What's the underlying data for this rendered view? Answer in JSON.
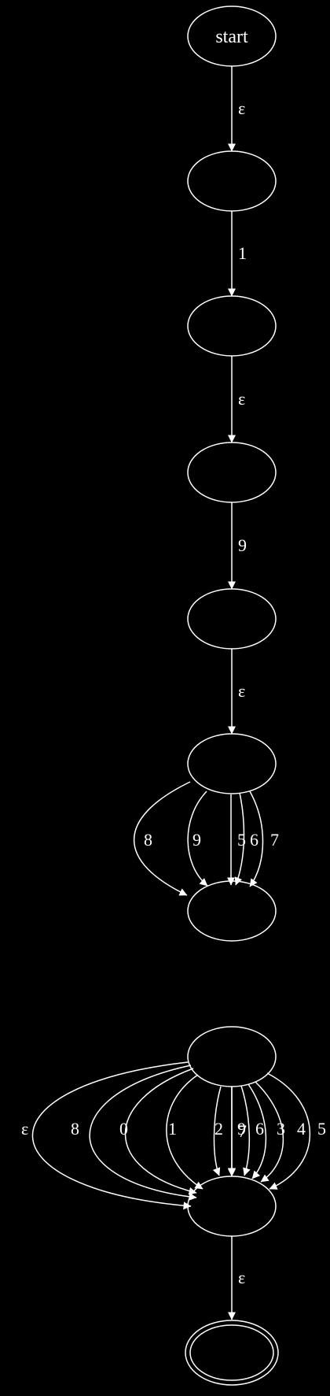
{
  "colors": {
    "background": "#000000",
    "stroke": "#ffffff",
    "text": "#ffffff"
  },
  "nodes": [
    {
      "id": "n0",
      "label": "start"
    },
    {
      "id": "n1",
      "label": ""
    },
    {
      "id": "n2",
      "label": ""
    },
    {
      "id": "n3",
      "label": ""
    },
    {
      "id": "n4",
      "label": ""
    },
    {
      "id": "n5",
      "label": ""
    },
    {
      "id": "n6",
      "label": ""
    },
    {
      "id": "n7",
      "label": ""
    },
    {
      "id": "n8",
      "label": ""
    },
    {
      "id": "n9",
      "label": "",
      "accepting": true
    }
  ],
  "edges": [
    {
      "from": "n0",
      "to": "n1",
      "label": "ε"
    },
    {
      "from": "n1",
      "to": "n2",
      "label": "1"
    },
    {
      "from": "n2",
      "to": "n3",
      "label": "ε"
    },
    {
      "from": "n3",
      "to": "n4",
      "label": "9"
    },
    {
      "from": "n4",
      "to": "n5",
      "label": "ε"
    },
    {
      "from": "n5",
      "to": "n6",
      "label": "8"
    },
    {
      "from": "n5",
      "to": "n6",
      "label": "9"
    },
    {
      "from": "n5",
      "to": "n6",
      "label": "5"
    },
    {
      "from": "n5",
      "to": "n6",
      "label": "6"
    },
    {
      "from": "n5",
      "to": "n6",
      "label": "7"
    },
    {
      "from": "n6",
      "to": "n7",
      "label": "ε"
    },
    {
      "from": "n7",
      "to": "n8",
      "label": "8"
    },
    {
      "from": "n7",
      "to": "n8",
      "label": "0"
    },
    {
      "from": "n7",
      "to": "n8",
      "label": "1"
    },
    {
      "from": "n7",
      "to": "n8",
      "label": "2"
    },
    {
      "from": "n7",
      "to": "n8",
      "label": "9"
    },
    {
      "from": "n7",
      "to": "n8",
      "label": "6"
    },
    {
      "from": "n7",
      "to": "n8",
      "label": "3"
    },
    {
      "from": "n7",
      "to": "n8",
      "label": "4"
    },
    {
      "from": "n7",
      "to": "n8",
      "label": "5"
    },
    {
      "from": "n7",
      "to": "n8",
      "label": "7"
    },
    {
      "from": "n8",
      "to": "n9",
      "label": "ε"
    }
  ]
}
